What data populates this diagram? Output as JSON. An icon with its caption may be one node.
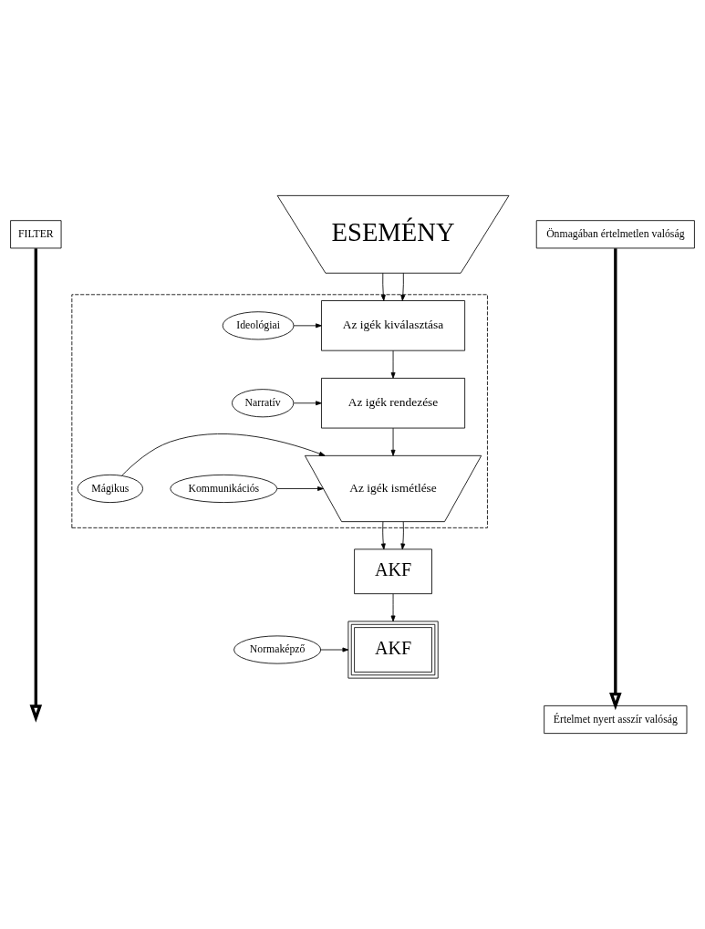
{
  "diagram": {
    "nodes": [
      {
        "text": [
          "FILTER"
        ]
      },
      {
        "text": [
          "ESEMÉNY"
        ]
      },
      {
        "text": [
          "Önmagában értelmetlen valóság"
        ]
      },
      {
        "text": [],
        "shape": "box"
      },
      {
        "text": [
          "Ideológiai"
        ],
        "in": 3
      },
      {
        "text": [
          "Az igék kiválasztása"
        ],
        "in": 3
      },
      {
        "text": [
          "Narratív"
        ],
        "in": 3
      },
      {
        "text": [
          "Az igék rendezése"
        ],
        "in": 3
      },
      {
        "text": [
          "Kommunikációs"
        ],
        "in": 3
      },
      {
        "text": [
          "Mágikus"
        ],
        "in": 3
      },
      {
        "text": [
          "Az igék ismétlése"
        ],
        "in": 3
      },
      {
        "text": [
          "AKF"
        ]
      },
      {
        "text": [
          "AKF"
        ]
      },
      {
        "text": [
          "Normaképző"
        ]
      },
      {
        "text": [
          "Értelmet nyert asszír valóság"
        ]
      }
    ],
    "edges": [
      {
        "from": 0,
        "to": null,
        "arrow": "to",
        "style": "thick"
      },
      {
        "from": 1,
        "to": 5,
        "arrow": "to"
      },
      {
        "from": 1,
        "to": 5,
        "arrow": "to"
      },
      {
        "from": 2,
        "to": 14,
        "arrow": "to",
        "style": "thick"
      },
      {
        "from": 4,
        "to": 5,
        "arrow": "to"
      },
      {
        "from": 5,
        "to": 7,
        "arrow": "to"
      },
      {
        "from": 6,
        "to": 7,
        "arrow": "to"
      },
      {
        "from": 7,
        "to": 10,
        "arrow": "to"
      },
      {
        "from": 8,
        "to": 10,
        "arrow": "to"
      },
      {
        "from": 9,
        "to": 10,
        "arrow": "to"
      },
      {
        "from": 10,
        "to": 11,
        "arrow": "to"
      },
      {
        "from": 10,
        "to": 11,
        "arrow": "to"
      },
      {
        "from": 11,
        "to": 12,
        "arrow": "to"
      },
      {
        "from": 13,
        "to": 12,
        "arrow": "to"
      }
    ]
  }
}
